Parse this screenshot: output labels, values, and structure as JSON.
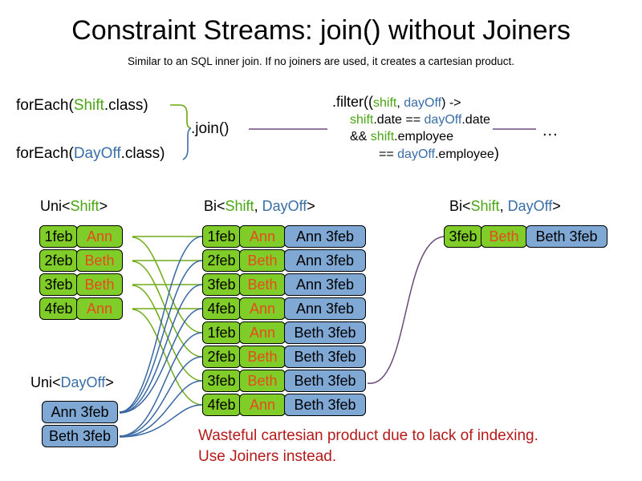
{
  "title": "Constraint Streams: join() without Joiners",
  "subtitle": "Similar to an SQL inner join. If no joiners are used, it creates a cartesian product.",
  "code": {
    "forEach_shift": {
      "prefix": "forEach(",
      "type": "Shift",
      "suffix": ".class)"
    },
    "forEach_dayoff": {
      "prefix": "forEach(",
      "type": "DayOff",
      "suffix": ".class)"
    },
    "join_label": ".join()",
    "ellipsis": "...",
    "filter": {
      "line1_a": ".filter(",
      "line1_b": "(",
      "line1_shift": "shift",
      "line1_comma": ", ",
      "line1_dayoff": "dayOff",
      "line1_c": ") ->",
      "line2_shift": "shift",
      "line2_mid": ".date == ",
      "line2_dayoff": "dayOff",
      "line2_end": ".date",
      "line3_amp": "&& ",
      "line3_shift": "shift",
      "line3_end": ".employee",
      "line4_eq": "== ",
      "line4_dayoff": "dayOff",
      "line4_end": ".employee",
      "line4_close": ")"
    }
  },
  "headers": {
    "uni_shift": {
      "pre": "Uni<",
      "type": "Shift",
      "post": ">"
    },
    "bi_middle": {
      "pre": "Bi<",
      "t1": "Shift",
      "sep": ", ",
      "t2": "DayOff",
      "post": ">"
    },
    "bi_right": {
      "pre": "Bi<",
      "t1": "Shift",
      "sep": ", ",
      "t2": "DayOff",
      "post": ">"
    },
    "uni_dayoff": {
      "pre": "Uni<",
      "type": "DayOff",
      "post": ">"
    }
  },
  "uni_shift_rows": [
    {
      "date": "1feb",
      "name": "Ann"
    },
    {
      "date": "2feb",
      "name": "Beth"
    },
    {
      "date": "3feb",
      "name": "Beth"
    },
    {
      "date": "4feb",
      "name": "Ann"
    }
  ],
  "uni_dayoff_rows": [
    {
      "pair": "Ann 3feb"
    },
    {
      "pair": "Beth 3feb"
    }
  ],
  "bi_rows": [
    {
      "date": "1feb",
      "name": "Ann",
      "pair": "Ann 3feb"
    },
    {
      "date": "2feb",
      "name": "Beth",
      "pair": "Ann 3feb"
    },
    {
      "date": "3feb",
      "name": "Beth",
      "pair": "Ann 3feb"
    },
    {
      "date": "4feb",
      "name": "Ann",
      "pair": "Ann 3feb"
    },
    {
      "date": "1feb",
      "name": "Ann",
      "pair": "Beth 3feb"
    },
    {
      "date": "2feb",
      "name": "Beth",
      "pair": "Beth 3feb"
    },
    {
      "date": "3feb",
      "name": "Beth",
      "pair": "Beth 3feb"
    },
    {
      "date": "4feb",
      "name": "Ann",
      "pair": "Beth 3feb"
    }
  ],
  "bi_right_row": {
    "date": "3feb",
    "name": "Beth",
    "pair": "Beth 3feb"
  },
  "warning": {
    "line1": "Wasteful cartesian product due to lack of indexing.",
    "line2": "Use Joiners instead."
  },
  "colors": {
    "shift_green": "#80cc28",
    "dayoff_blue": "#7fa8d4",
    "name_orange": "#e8491d",
    "type_green": "#4aa513",
    "type_blue": "#3a6ea8",
    "warning_red": "#b51a1a",
    "wire_green": "#6aa80f",
    "wire_blue": "#2f5f9e",
    "wire_purple": "#6b4a7a"
  }
}
